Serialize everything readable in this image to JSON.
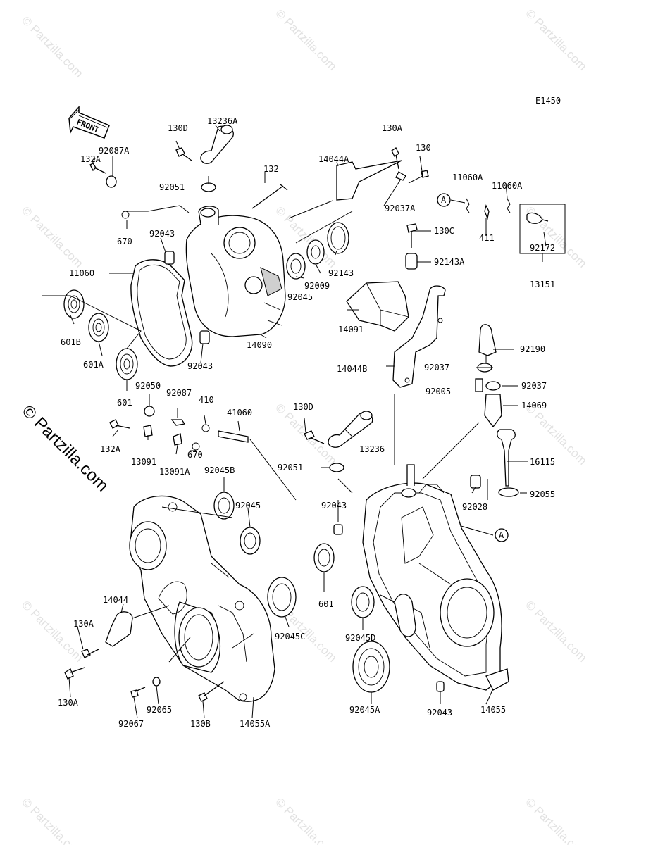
{
  "diagram_code": "E1450",
  "front_label": "FRONT",
  "watermark": "© Partzilla.com",
  "callout_ref": "A",
  "labels": {
    "p130D_a": "130D",
    "p13236A": "13236A",
    "p130A_a": "130A",
    "p130_a": "130",
    "p132A_a": "132A",
    "p92087A": "92087A",
    "p14044A": "14044A",
    "p132": "132",
    "p92051_a": "92051",
    "p92037A": "92037A",
    "p11060A_a": "11060A",
    "p11060A_b": "11060A",
    "p670_a": "670",
    "p411": "411",
    "p130C": "130C",
    "p92043_a": "92043",
    "p92172": "92172",
    "p11060": "11060",
    "p92143A": "92143A",
    "p92143": "92143",
    "p92009": "92009",
    "p13151": "13151",
    "p92045_a": "92045",
    "p14090": "14090",
    "p14091": "14091",
    "p601B": "601B",
    "p601A": "601A",
    "p92190": "92190",
    "p92043_b": "92043",
    "p92037_a": "92037",
    "p14044B": "14044B",
    "p92037_b": "92037",
    "p601_a": "601",
    "p92050": "92050",
    "p92087": "92087",
    "p410": "410",
    "p41060": "41060",
    "p92005": "92005",
    "p14069": "14069",
    "p130D_b": "130D",
    "p132A_b": "132A",
    "p13091": "13091",
    "p670_b": "670",
    "p13091A": "13091A",
    "p13236": "13236",
    "p16115": "16115",
    "p92045B": "92045B",
    "p92051_b": "92051",
    "p92045_b": "92045",
    "p92043_c": "92043",
    "p92028": "92028",
    "p92055": "92055",
    "p601_b": "601",
    "p14044": "14044",
    "p130A_b": "130A",
    "p92045C": "92045C",
    "p92045D": "92045D",
    "p130A_c": "130A",
    "p92065": "92065",
    "p92067": "92067",
    "p130B": "130B",
    "p14055A": "14055A",
    "p92045A": "92045A",
    "p92043_d": "92043",
    "p14055": "14055"
  }
}
